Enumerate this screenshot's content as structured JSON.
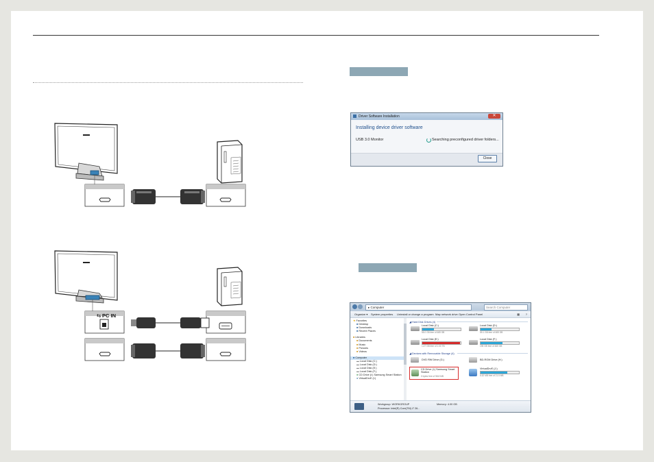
{
  "dialog": {
    "title": "Driver Software Installation",
    "heading": "Installing device driver software",
    "device": "USB 3.0 Monitor",
    "status": "Searching preconfigured driver folders...",
    "close_label": "Close"
  },
  "diagram": {
    "usb_port_label": "PC IN"
  },
  "explorer": {
    "breadcrumb": "Computer",
    "search_placeholder": "Search Computer",
    "toolbar": [
      "Organize ▾",
      "System properties",
      "Uninstall or change a program",
      "Map network drive",
      "Open Control Panel"
    ],
    "nav": [
      "Favorites",
      "Desktop",
      "Downloads",
      "Recent Places",
      "",
      "Libraries",
      "Documents",
      "Music",
      "Pictures",
      "Videos",
      "",
      "Computer",
      "Local Disk (C:)",
      "Local Disk (D:)",
      "Local Disk (E:)",
      "Local Disk (F:)",
      "CD Drive (I:) Samsung Smart Station",
      "VirtualDrvE (I:)"
    ],
    "section_hdd": "Hard Disk Drives (4)",
    "section_removable": "Devices with Removable Storage (4)",
    "drives": [
      {
        "name": "Local Disk (C:)",
        "free": "55.0 GB free of 465 GB"
      },
      {
        "name": "Local Disk (D:)",
        "free": "59.1 GB free of 465 GB"
      },
      {
        "name": "Local Disk (E:)",
        "free": "1.47 GB free of 1.00 TB"
      },
      {
        "name": "Local Disk (F:)",
        "free": "195 GB free of 465 GB"
      }
    ],
    "removable": [
      {
        "name": "DVD RW Drive (G:)",
        "free": ""
      },
      {
        "name": "BD-ROM Drive (H:)",
        "free": ""
      },
      {
        "name": "CD Drive (I:) Samsung Smart Station",
        "free": "0 bytes free of 58.8 MB"
      },
      {
        "name": "VirtualDrvE (J:)",
        "free": "6.52 MB free of 21.5 MB"
      }
    ],
    "status_workgroup": "Workgroup: WORKGROUP",
    "status_processor": "Processor: Intel(R) Core(TM) i7 26...",
    "status_memory": "Memory: 4.00 GB"
  },
  "colors": {
    "tag": "#8da7b4",
    "usage_bar": "#2aa6d8",
    "usage_bar_full": "#d62b2b",
    "highlight_box": "#d62b2b"
  }
}
